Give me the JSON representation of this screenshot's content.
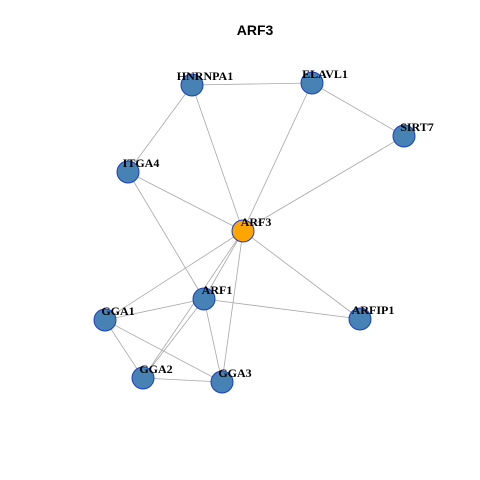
{
  "title": "ARF3",
  "colors": {
    "node_fill": "#4682b4",
    "hub_fill": "#ffa500",
    "node_stroke": "#1a3cc8",
    "edge": "#a8a8a8"
  },
  "nodes": [
    {
      "id": "ARF3",
      "label": "ARF3",
      "hub": true
    },
    {
      "id": "HNRNPA1",
      "label": "HNRNPA1",
      "hub": false
    },
    {
      "id": "ELAVL1",
      "label": "ELAVL1",
      "hub": false
    },
    {
      "id": "SIRT7",
      "label": "SIRT7",
      "hub": false
    },
    {
      "id": "ITGA4",
      "label": "ITGA4",
      "hub": false
    },
    {
      "id": "ARF1",
      "label": "ARF1",
      "hub": false
    },
    {
      "id": "GGA1",
      "label": "GGA1",
      "hub": false
    },
    {
      "id": "ARFIP1",
      "label": "ARFIP1",
      "hub": false
    },
    {
      "id": "GGA2",
      "label": "GGA2",
      "hub": false
    },
    {
      "id": "GGA3",
      "label": "GGA3",
      "hub": false
    }
  ],
  "edges": [
    [
      "HNRNPA1",
      "ELAVL1"
    ],
    [
      "HNRNPA1",
      "ITGA4"
    ],
    [
      "HNRNPA1",
      "ARF3"
    ],
    [
      "ELAVL1",
      "SIRT7"
    ],
    [
      "ELAVL1",
      "ARF3"
    ],
    [
      "SIRT7",
      "ARF3"
    ],
    [
      "ITGA4",
      "ARF3"
    ],
    [
      "ITGA4",
      "ARF1"
    ],
    [
      "ARF3",
      "ARF1"
    ],
    [
      "ARF3",
      "GGA1"
    ],
    [
      "ARF3",
      "ARFIP1"
    ],
    [
      "ARF3",
      "GGA2"
    ],
    [
      "ARF3",
      "GGA3"
    ],
    [
      "ARF1",
      "GGA1"
    ],
    [
      "ARF1",
      "ARFIP1"
    ],
    [
      "ARF1",
      "GGA2"
    ],
    [
      "ARF1",
      "GGA3"
    ],
    [
      "GGA1",
      "GGA2"
    ],
    [
      "GGA1",
      "GGA3"
    ],
    [
      "GGA2",
      "GGA3"
    ]
  ]
}
